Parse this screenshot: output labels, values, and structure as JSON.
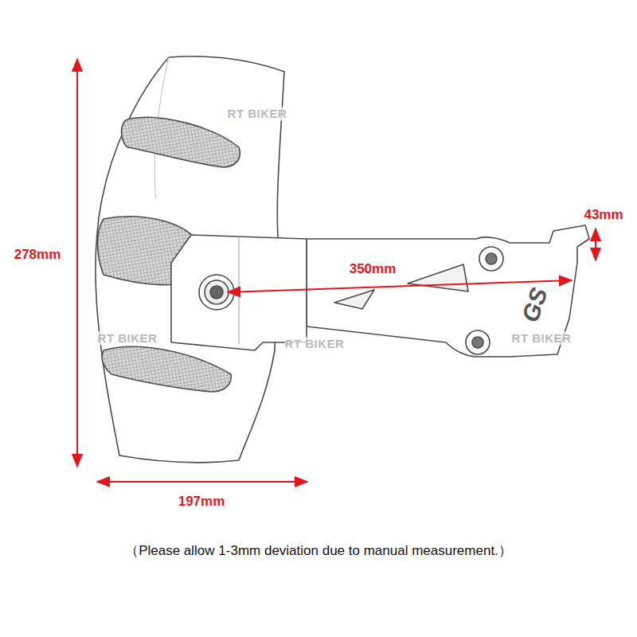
{
  "diagram": {
    "caption": "（Please allow 1-3mm deviation due to manual measurement.）",
    "labels": [
      "RT BIKER",
      "278mm",
      "43mm",
      "350mm",
      "GS",
      "RT BIKER",
      "RT BIKER",
      "RT BIKER",
      "197mm"
    ]
  }
}
